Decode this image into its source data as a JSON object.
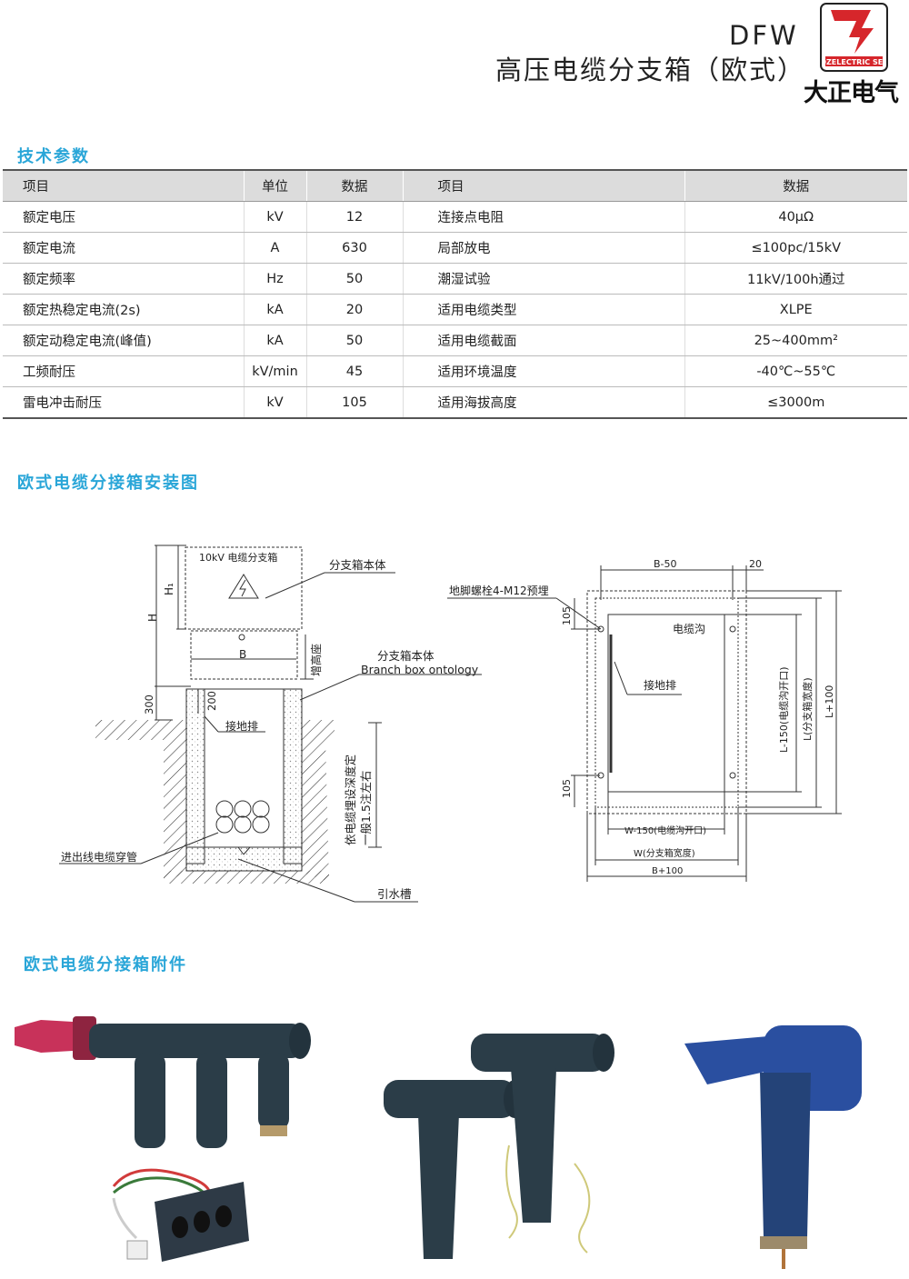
{
  "header": {
    "code": "DFW",
    "title": "高压电缆分支箱（欧式）",
    "logo_text": "DZELECTRIC SET",
    "logo_cn": "大正电气"
  },
  "sections": {
    "params": "技术参数",
    "install": "欧式电缆分接箱安装图",
    "accessories": "欧式电缆分接箱附件"
  },
  "table": {
    "headers": [
      "项目",
      "单位",
      "数据",
      "项目",
      "数据"
    ],
    "rows": [
      [
        "额定电压",
        "kV",
        "12",
        "连接点电阻",
        "40μΩ"
      ],
      [
        "额定电流",
        "A",
        "630",
        "局部放电",
        "≤100pc/15kV"
      ],
      [
        "额定频率",
        "Hz",
        "50",
        "潮湿试验",
        "11kV/100h通过"
      ],
      [
        "额定热稳定电流(2s)",
        "kA",
        "20",
        "适用电缆类型",
        "XLPE"
      ],
      [
        "额定动稳定电流(峰值)",
        "kA",
        "50",
        "适用电缆截面",
        "25~400mm²"
      ],
      [
        "工频耐压",
        "kV/min",
        "45",
        "适用环境温度",
        "-40℃~55℃"
      ],
      [
        "雷电冲击耐压",
        "kV",
        "105",
        "适用海拔高度",
        "≤3000m"
      ]
    ]
  },
  "drawing_left": {
    "box_label": "10kV 电缆分支箱",
    "body_label": "分支箱本体",
    "body_label_cn": "分支箱本体",
    "body_label_en": "Branch box ontology",
    "dim_h1": "H₁",
    "dim_h": "H",
    "dim_b": "B",
    "dim_300": "300",
    "dim_200": "200",
    "base_label": "增高座",
    "ground_bar": "接地排",
    "depth_note_1": "依电缆埋设深度定",
    "depth_note_2": "一般1.5注左右",
    "conduit_label": "进出线电缆穿管",
    "drain_label": "引水槽"
  },
  "drawing_right": {
    "bolt_label": "地脚螺栓4-M12预埋",
    "dim_b50": "B-50",
    "dim_20": "20",
    "dim_105_top": "105",
    "dim_105_bottom": "105",
    "trench_label": "电缆沟",
    "ground_bar": "接地排",
    "dim_l150": "L-150(电缆沟开口)",
    "dim_l": "L(分支箱宽度)",
    "dim_l100": "L+100",
    "dim_w150": "W-150(电缆沟开口)",
    "dim_w": "W(分支箱宽度)",
    "dim_b100": "B+100"
  },
  "colors": {
    "accent": "#2aa6d8",
    "logo_red": "#d6262b",
    "cable_dark": "#2b3d48",
    "bushing_red": "#c8325a",
    "connector_blue": "#2a4fa0"
  }
}
